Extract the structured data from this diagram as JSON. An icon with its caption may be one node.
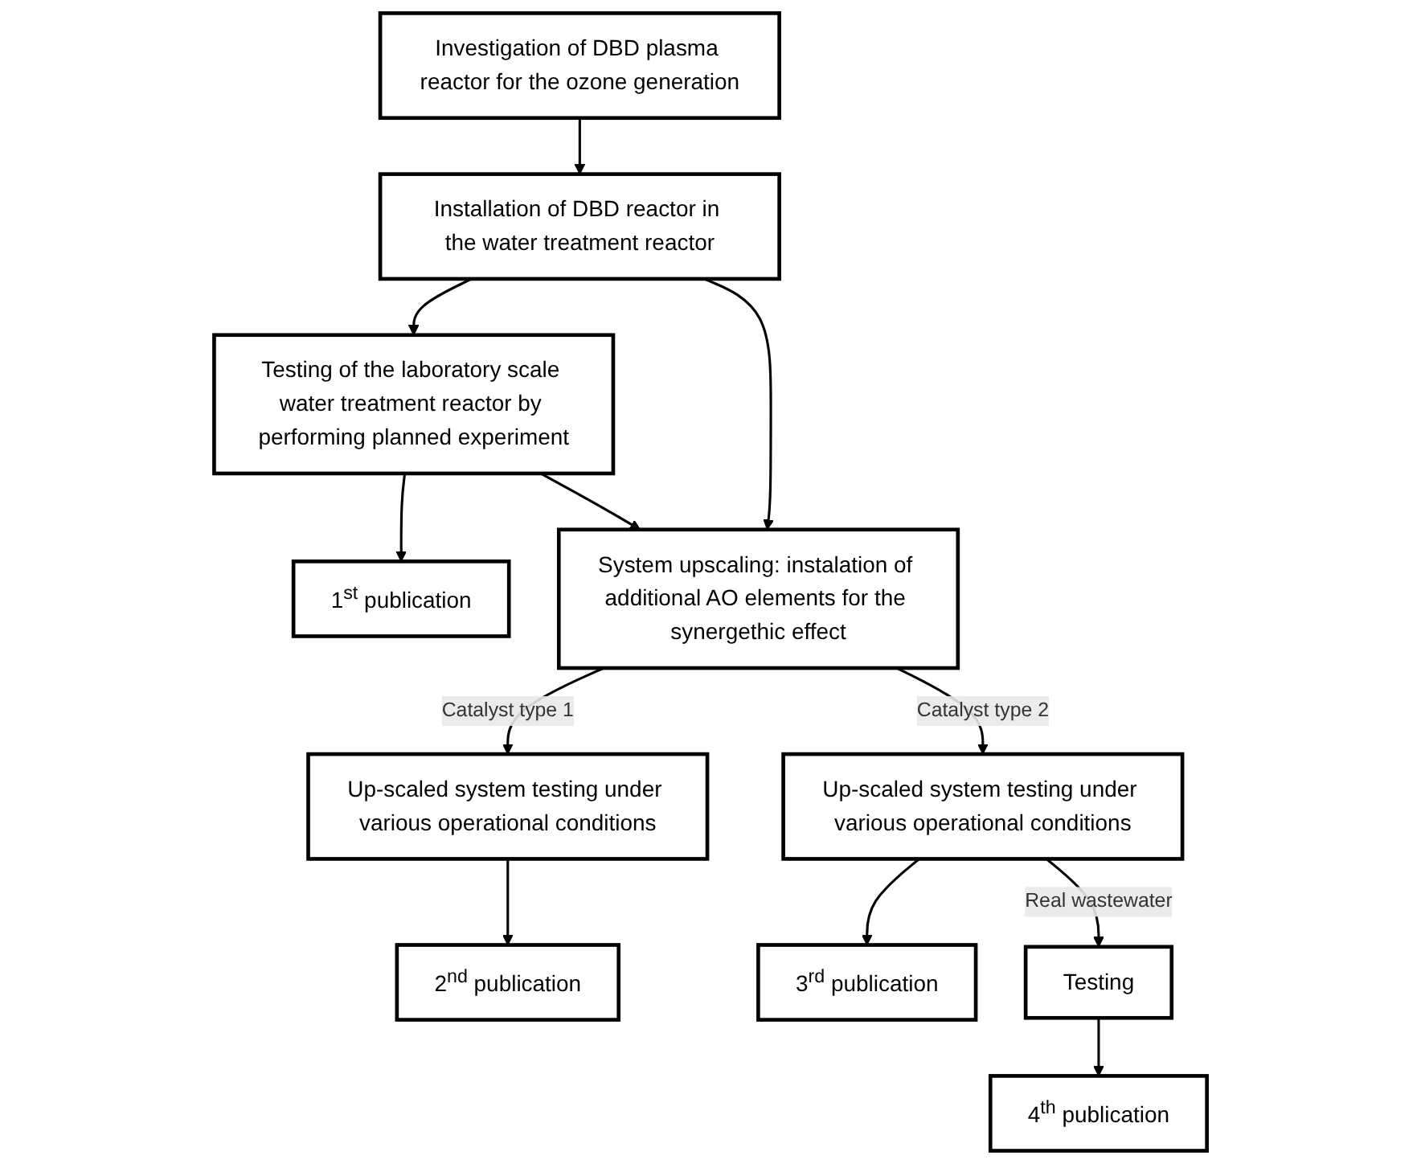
{
  "diagram": {
    "nodes": [
      {
        "text": [
          "Investigation of DBD plasma reactor for the ozone generation"
        ]
      },
      {
        "text": [
          "Installation of DBD reactor in the water treatment reactor"
        ]
      },
      {
        "text": [
          "Testing of the laboratory scale water treatment reactor by performing planned experiment"
        ]
      },
      {
        "text": [
          "1$^{st}$ publication"
        ]
      },
      {
        "text": [
          "System upscaling: instalation of additional AO elements for the synergethic effect"
        ]
      },
      {
        "text": [
          "Up-scaled system testing under various operational conditions"
        ]
      },
      {
        "text": [
          "2$^{nd}$ publication"
        ]
      },
      {
        "text": [
          "Up-scaled system testing under various operational conditions"
        ]
      },
      {
        "text": [
          "3$^{rd}$ publication"
        ]
      },
      {
        "text": [
          "Testing"
        ]
      },
      {
        "text": [
          "4$^{th}$ publication"
        ]
      }
    ],
    "edges": [
      {
        "from": 0,
        "to": 1,
        "arrow": "to"
      },
      {
        "from": 1,
        "to": 2,
        "arrow": "to"
      },
      {
        "from": 2,
        "to": 3,
        "arrow": "to"
      },
      {
        "from": 1,
        "to": 4,
        "arrow": "to"
      },
      {
        "from": 2,
        "to": 4,
        "arrow": "to"
      },
      {
        "from": 4,
        "to": 5,
        "arrow": "to",
        "label": "Catalyst type 1"
      },
      {
        "from": 5,
        "to": 6,
        "arrow": "to"
      },
      {
        "from": 4,
        "to": 7,
        "arrow": "to",
        "label": "Catalyst type 2"
      },
      {
        "from": 7,
        "to": 8,
        "arrow": "to"
      },
      {
        "from": 7,
        "to": 9,
        "arrow": "to",
        "label": "Real wastewater"
      },
      {
        "from": 9,
        "to": 10,
        "arrow": "to"
      }
    ]
  }
}
